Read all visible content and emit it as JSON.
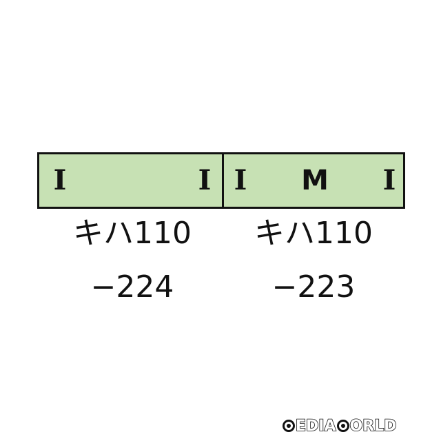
{
  "formation": {
    "fill_color": "#c7e1b4",
    "border_color": "#111111",
    "cars": [
      {
        "marks": [
          "I",
          "I"
        ],
        "name": "キハ110",
        "number": "−224"
      },
      {
        "marks": [
          "I",
          "M",
          "I"
        ],
        "name": "キハ110",
        "number": "−223"
      }
    ]
  },
  "watermark": {
    "text": "MEDIAWORLD"
  }
}
